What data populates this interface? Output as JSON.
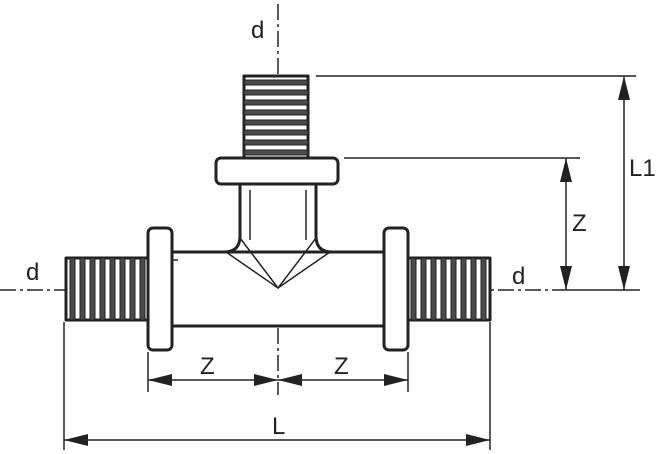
{
  "labels": {
    "d_top": "d",
    "d_left": "d",
    "d_right": "d",
    "L1": "L1",
    "Z_vertical": "Z",
    "Z_left": "Z",
    "Z_right": "Z",
    "L": "L"
  },
  "colors": {
    "line": "#222222",
    "background": "#ffffff"
  }
}
